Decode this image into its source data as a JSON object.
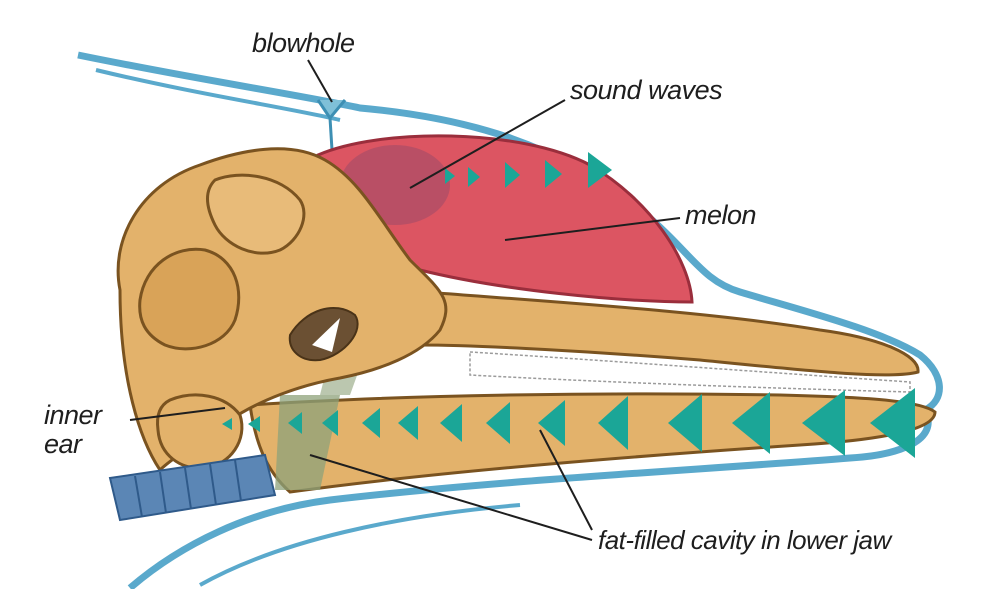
{
  "labels": {
    "blowhole": "blowhole",
    "sound_waves": "sound waves",
    "melon": "melon",
    "inner_ear_line1": "inner",
    "inner_ear_line2": "ear",
    "fat_cavity": "fat-filled cavity in lower jaw"
  },
  "colors": {
    "skin_outline": "#5aa9cc",
    "bone": "#e3b26b",
    "bone_dark": "#b9873f",
    "melon": "#dc5562",
    "melon_dark": "#8f4a6a",
    "wave_arrow": "#1ba697",
    "teeth": "#ffffff",
    "throat": "#5b86b5",
    "fat_cavity": "#8da27a"
  }
}
